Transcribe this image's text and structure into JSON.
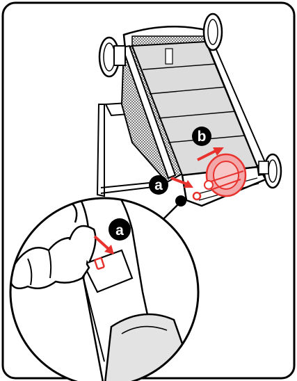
{
  "callouts": {
    "step_a_main": "a",
    "step_b_main": "b",
    "step_a_detail": "a"
  },
  "colors": {
    "outline": "#000000",
    "highlight_red": "#e8322e",
    "highlight_pink": "#f2a8a8",
    "fabric_gray": "#d9d9d9",
    "hand_fill": "#ffffff"
  },
  "icons": {
    "direction_arrow": "red-arrow-icon",
    "step_badge": "black-circle-badge"
  }
}
